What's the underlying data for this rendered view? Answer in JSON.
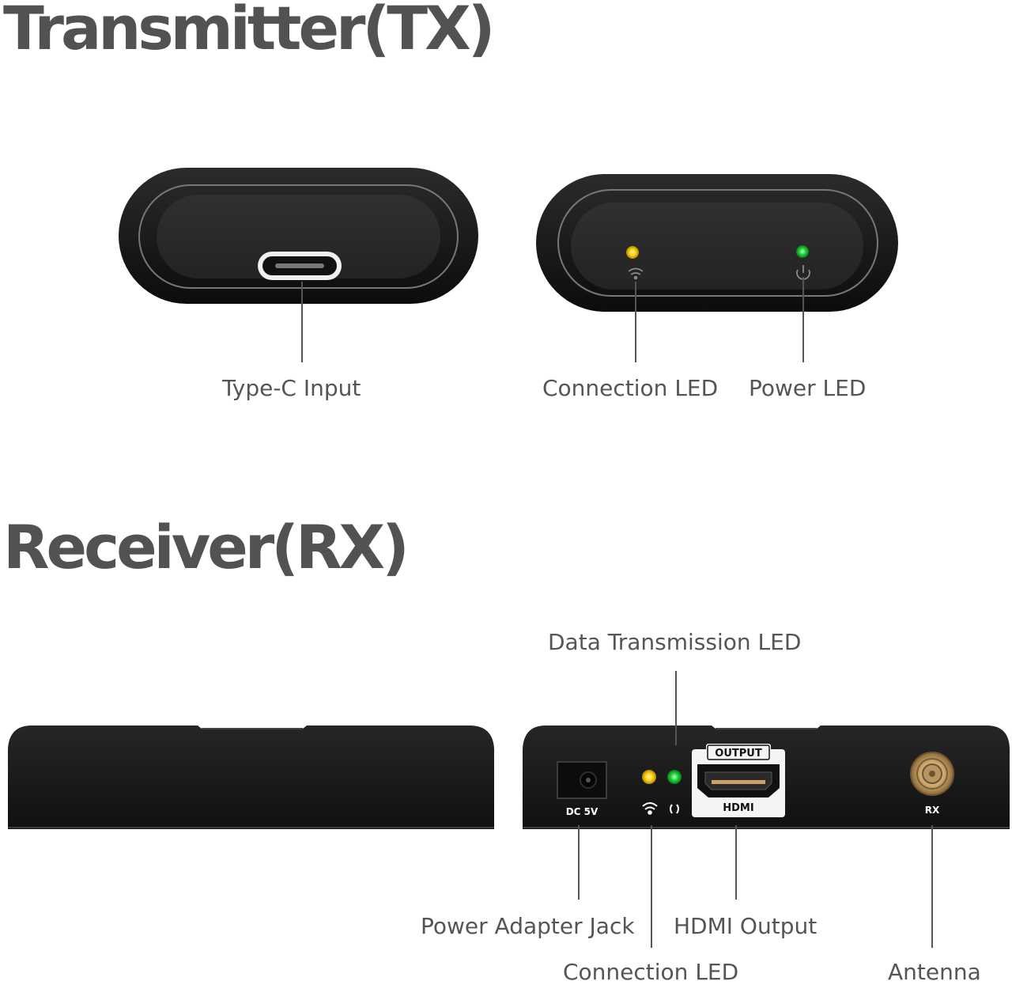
{
  "transmitter": {
    "title": "Transmitter(TX)",
    "labels": {
      "type_c": "Type-C Input",
      "connection_led": "Connection LED",
      "power_led": "Power LED"
    }
  },
  "receiver": {
    "title": "Receiver(RX)",
    "labels": {
      "data_led": "Data Transmission LED",
      "power_jack": "Power Adapter Jack",
      "hdmi_output": "HDMI Output",
      "connection_led": "Connection LED",
      "antenna": "Antenna"
    },
    "port_text": {
      "dc": "DC 5V",
      "output": "OUTPUT",
      "hdmi": "HDMI",
      "rx": "RX"
    }
  },
  "colors": {
    "heading": "#525252",
    "label": "#555555",
    "device_body": "#1b1b1b",
    "led_yellow": "#ffd21a",
    "led_green": "#1fd43a"
  }
}
